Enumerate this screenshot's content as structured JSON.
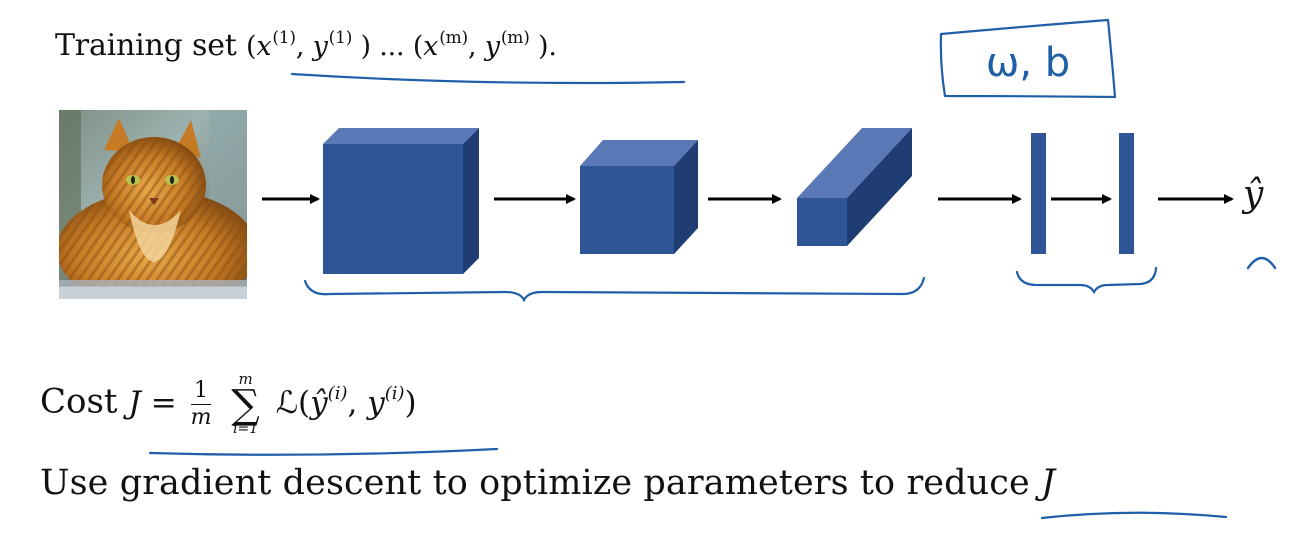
{
  "training_set": {
    "prefix": "Training set",
    "x_var": "x",
    "y_var": "y",
    "first_index": "(1)",
    "last_index": "(m)",
    "ellipsis": "...",
    "open_paren": "(",
    "close_paren": ")",
    "comma": ",",
    "period": "."
  },
  "params_annotation": "ω, b",
  "output_label": "ŷ",
  "cost": {
    "prefix": "Cost",
    "lhs": "J",
    "equals": "=",
    "frac_num": "1",
    "frac_den": "m",
    "sum_top": "m",
    "sum_symbol": "∑",
    "sum_bottom": "i=1",
    "loss": "ℒ",
    "yhat": "ŷ",
    "y": "y",
    "index": "(i)",
    "open_paren": "(",
    "close_paren": ")",
    "comma": ","
  },
  "gradient_descent": {
    "text": "Use gradient descent to optimize parameters to reduce",
    "var": "J"
  },
  "colors": {
    "block_front": "#2f5597",
    "block_top": "#5a78b5",
    "block_side": "#1f3c73",
    "ink": "#1f5fa8",
    "arrow": "#000000"
  }
}
